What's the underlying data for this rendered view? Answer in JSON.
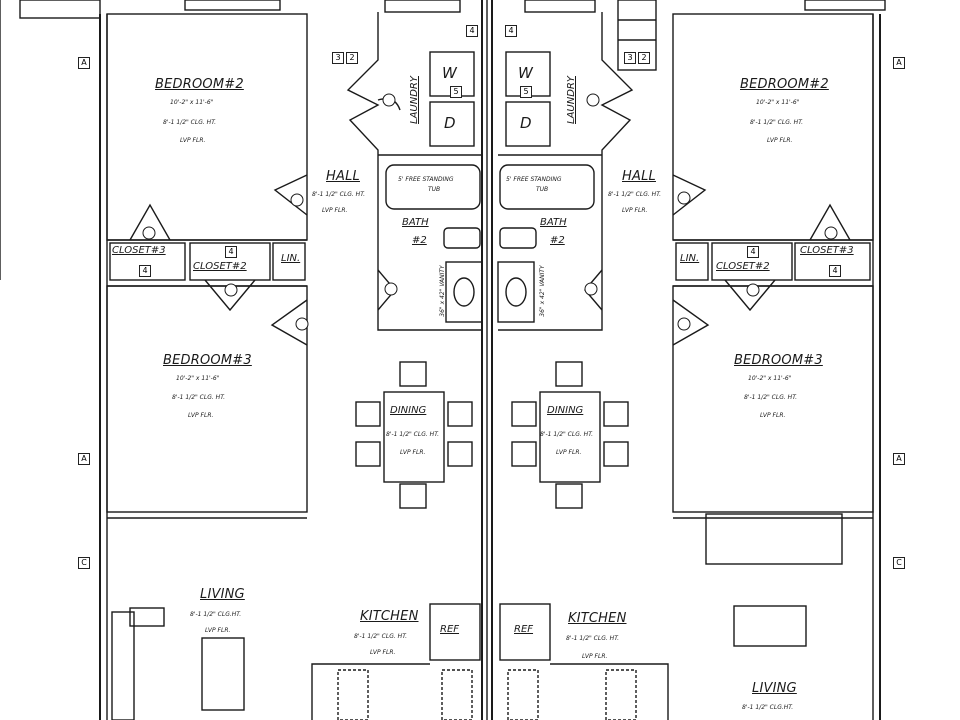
{
  "rooms": {
    "bedroom2_left": {
      "name": "BEDROOM#2",
      "size": "10'-2\" x 11'-6\"",
      "clg": "8'-1 1/2\" CLG. HT.",
      "flr": "LVP FLR."
    },
    "bedroom2_right": {
      "name": "BEDROOM#2",
      "size": "10'-2\" x 11'-6\"",
      "clg": "8'-1 1/2\" CLG. HT.",
      "flr": "LVP FLR."
    },
    "bedroom3_left": {
      "name": "BEDROOM#3",
      "size": "10'-2\" x 11'-6\"",
      "clg": "8'-1 1/2\" CLG. HT.",
      "flr": "LVP FLR."
    },
    "bedroom3_right": {
      "name": "BEDROOM#3",
      "size": "10'-2\" x 11'-6\"",
      "clg": "8'-1 1/2\" CLG. HT.",
      "flr": "LVP FLR."
    },
    "hall_left": {
      "name": "HALL",
      "clg": "8'-1 1/2\" CLG. HT.",
      "flr": "LVP FLR."
    },
    "hall_right": {
      "name": "HALL",
      "clg": "8'-1 1/2\" CLG. HT.",
      "flr": "LVP FLR."
    },
    "laundry_left": {
      "name": "LAUNDRY"
    },
    "laundry_right": {
      "name": "LAUNDRY"
    },
    "bath_left": {
      "name": "BATH",
      "num": "#2",
      "tub": "5' FREE STANDING",
      "tub2": "TUB",
      "vanity": "36\" x 42\" VANITY"
    },
    "bath_right": {
      "name": "BATH",
      "num": "#2",
      "tub": "5' FREE STANDING",
      "tub2": "TUB",
      "vanity": "36\" x 42\" VANITY"
    },
    "closet3_left": {
      "name": "CLOSET#3"
    },
    "closet3_right": {
      "name": "CLOSET#3"
    },
    "closet2_left": {
      "name": "CLOSET#2"
    },
    "closet2_right": {
      "name": "CLOSET#2"
    },
    "lin_left": {
      "name": "LIN."
    },
    "lin_right": {
      "name": "LIN."
    },
    "dining_left": {
      "name": "DINING",
      "clg": "8'-1 1/2\" CLG. HT.",
      "flr": "LVP FLR."
    },
    "dining_right": {
      "name": "DINING",
      "clg": "8'-1 1/2\" CLG. HT.",
      "flr": "LVP FLR."
    },
    "living_left": {
      "name": "LIVING",
      "clg": "8'-1 1/2\" CLG.HT.",
      "flr": "LVP FLR."
    },
    "living_right": {
      "name": "LIVING",
      "clg": "8'-1 1/2\" CLG.HT."
    },
    "kitchen_left": {
      "name": "KITCHEN",
      "clg": "8'-1 1/2\" CLG. HT.",
      "flr": "LVP FLR."
    },
    "kitchen_right": {
      "name": "KITCHEN",
      "clg": "8'-1 1/2\" CLG. HT.",
      "flr": "LVP FLR."
    }
  },
  "appliances": {
    "washer": "W",
    "dryer": "D",
    "ref": "REF"
  },
  "tags": {
    "grid_a": "A",
    "grid_c": "C",
    "t2": "2",
    "t3": "3",
    "t4": "4",
    "t5": "5"
  }
}
